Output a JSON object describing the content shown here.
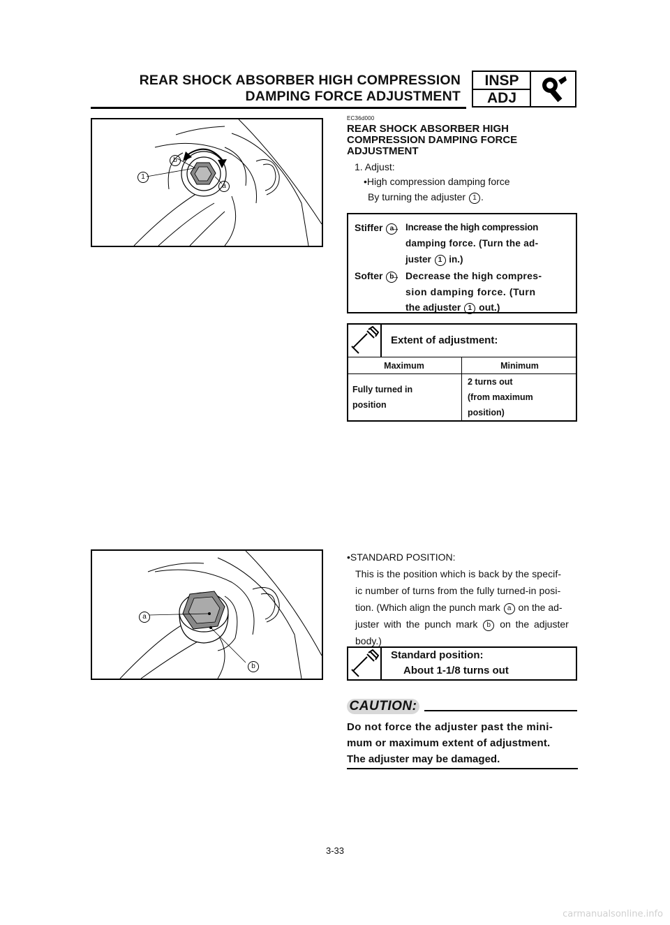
{
  "header": {
    "title_line1": "REAR SHOCK ABSORBER HIGH COMPRESSION",
    "title_line2": "DAMPING FORCE ADJUSTMENT",
    "badge_top": "INSP",
    "badge_bottom": "ADJ",
    "badge_icon": "wrench-icon"
  },
  "section": {
    "code": "EC36d000",
    "title_lines": [
      "REAR SHOCK ABSORBER HIGH",
      "COMPRESSION DAMPING FORCE",
      "ADJUSTMENT"
    ],
    "step": "1. Adjust:",
    "bullet": "•High compression damping force",
    "turning_text": "By turning the adjuster",
    "turning_ref": "1",
    "turning_end": "."
  },
  "figure1": {
    "labels": [
      "1",
      "b",
      "a"
    ]
  },
  "figure2": {
    "labels": [
      "a",
      "b"
    ]
  },
  "direction_box": {
    "stiffer_label": "Stiffer",
    "stiffer_ref": "a",
    "arrow": "→",
    "stiffer_lines": [
      "Increase the high compression",
      "damping force. (Turn the ad-",
      "juster"
    ],
    "stiffer_ref2": "1",
    "stiffer_end": "in.)",
    "softer_label": "Softer",
    "softer_ref": "b",
    "softer_lines": [
      "Decrease the high compres-",
      "sion damping force. (Turn",
      "the adjuster"
    ],
    "softer_ref2": "1",
    "softer_end": "out.)"
  },
  "extent_box": {
    "icon": "wrench-icon",
    "title": "Extent of adjustment:",
    "col_max": "Maximum",
    "col_min": "Minimum",
    "max_lines": [
      "Fully turned in",
      "position"
    ],
    "min_lines": [
      "2 turns out",
      "(from maximum",
      "position)"
    ]
  },
  "standard": {
    "bullet": "•STANDARD POSITION:",
    "line1": "This is the position which is back by the specif-",
    "line2": "ic number of turns from the fully turned-in posi-",
    "line3a": "tion. (Which align the punch mark",
    "line3_ref": "a",
    "line3b": "on the ad-",
    "line4a": "juster with the punch mark",
    "line4_ref": "b",
    "line4b": "on the adjuster",
    "line5": "body.)"
  },
  "standard_box": {
    "icon": "wrench-icon",
    "title": "Standard position:",
    "value": "About 1-1/8 turns out"
  },
  "caution": {
    "label": "CAUTION:",
    "lines": [
      "Do not force the adjuster past the mini-",
      "mum or maximum extent of adjustment.",
      "The adjuster may be damaged."
    ]
  },
  "page_number": "3-33",
  "watermark": "carmanualsonline.info"
}
